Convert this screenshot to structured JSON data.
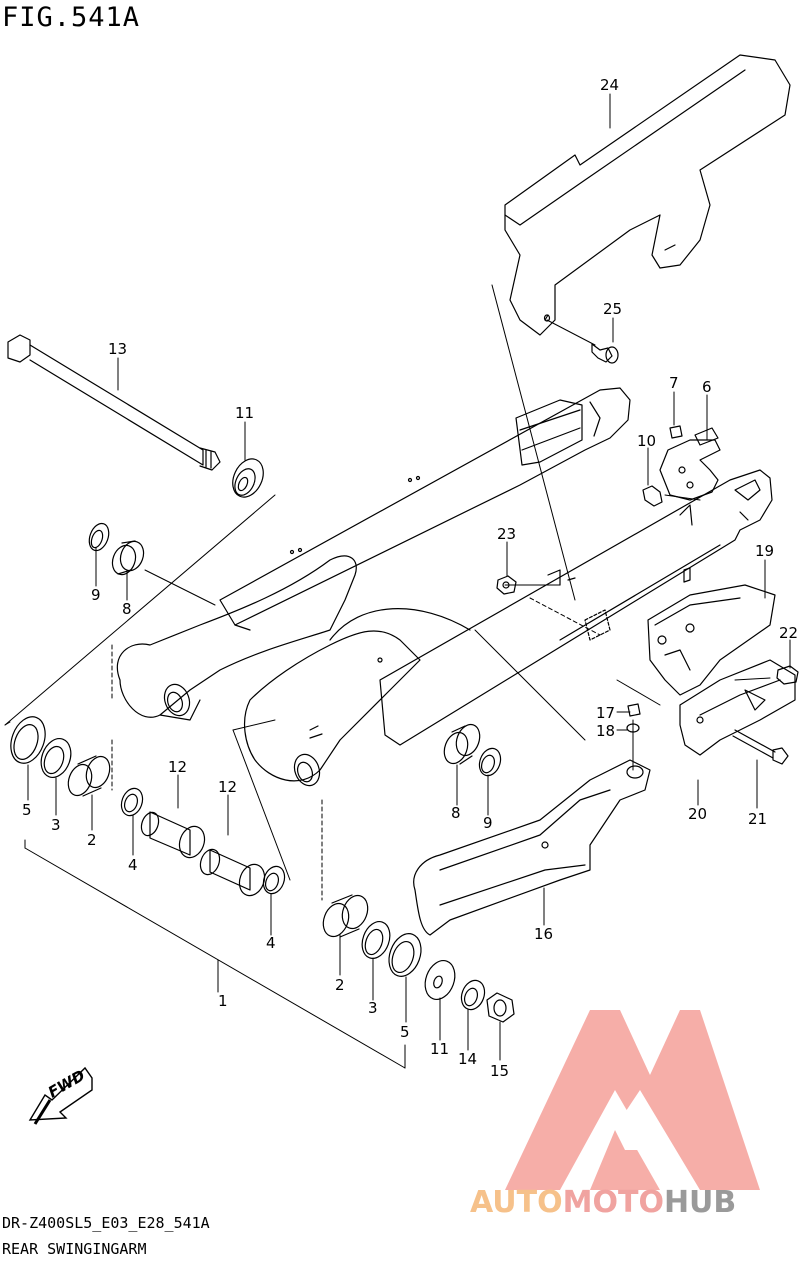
{
  "header": {
    "figure_id": "FIG.541A"
  },
  "footer": {
    "model_code": "DR-Z400SL5_E03_E28_541A",
    "section_title": "REAR SWINGINGARM"
  },
  "direction_badge": {
    "text": "FWD"
  },
  "watermark": {
    "brand_part1": "AUTO",
    "brand_part2": "MOTO",
    "brand_part3": "HUB",
    "colors": {
      "auto": "#f6c18a",
      "moto": "#f0a3a0",
      "hub": "#9a9a9a",
      "triangle": "#f5a09a"
    }
  },
  "callouts": {
    "c1": "1",
    "c2a": "2",
    "c2b": "2",
    "c3a": "3",
    "c3b": "3",
    "c4a": "4",
    "c4b": "4",
    "c5a": "5",
    "c5b": "5",
    "c6": "6",
    "c7": "7",
    "c8a": "8",
    "c8b": "8",
    "c9a": "9",
    "c9b": "9",
    "c10": "10",
    "c11a": "11",
    "c11b": "11",
    "c12a": "12",
    "c12b": "12",
    "c13": "13",
    "c14": "14",
    "c15": "15",
    "c16": "16",
    "c17": "17",
    "c18": "18",
    "c19": "19",
    "c20": "20",
    "c21": "21",
    "c22": "22",
    "c23": "23",
    "c24": "24",
    "c25": "25"
  }
}
